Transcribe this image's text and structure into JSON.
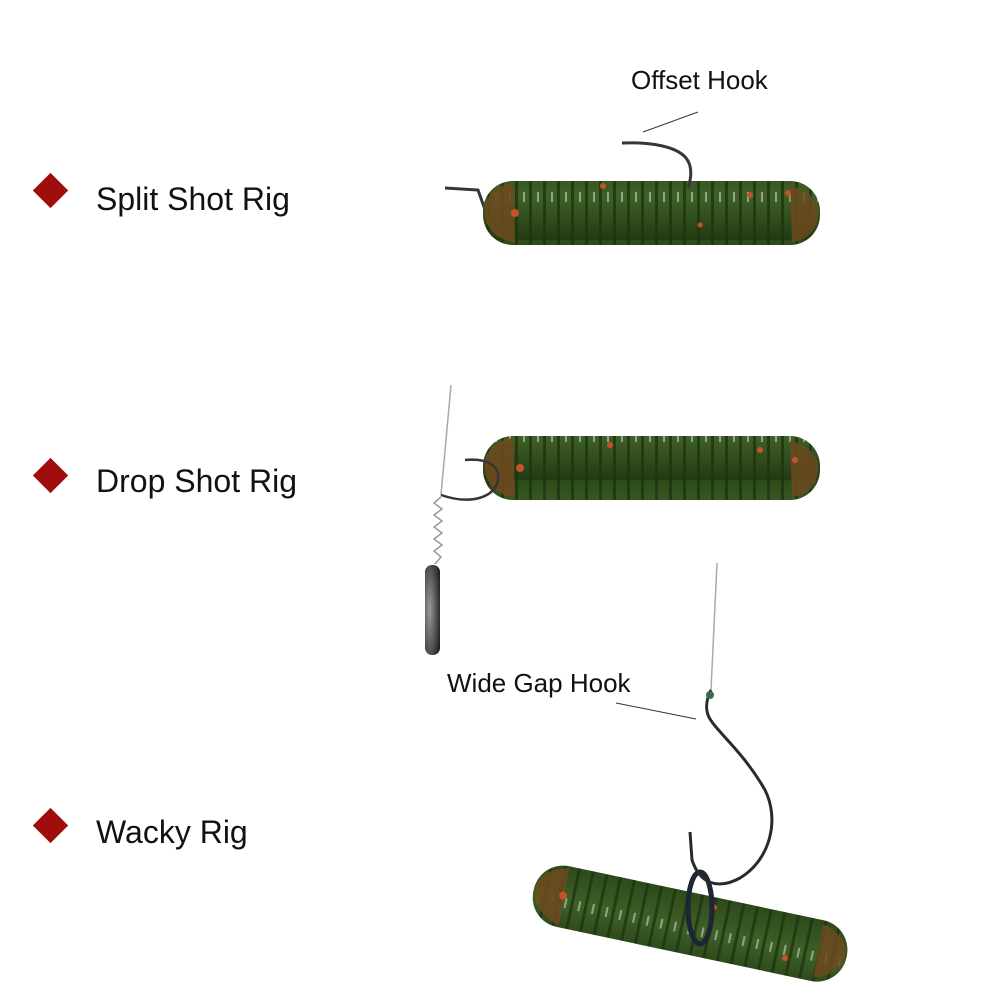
{
  "rigs": [
    {
      "label": "Split Shot Rig"
    },
    {
      "label": "Drop Shot Rig"
    },
    {
      "label": "Wacky Rig"
    }
  ],
  "callouts": {
    "offset_hook": "Offset Hook",
    "wide_gap_hook": "Wide Gap Hook"
  },
  "colors": {
    "bullet": "#a00d0d",
    "worm_body": "#3b5a26",
    "worm_rib": "#2a4419",
    "worm_head": "#6b4a1e",
    "worm_fleck": "#c8502a",
    "hook": "#3a3434"
  }
}
